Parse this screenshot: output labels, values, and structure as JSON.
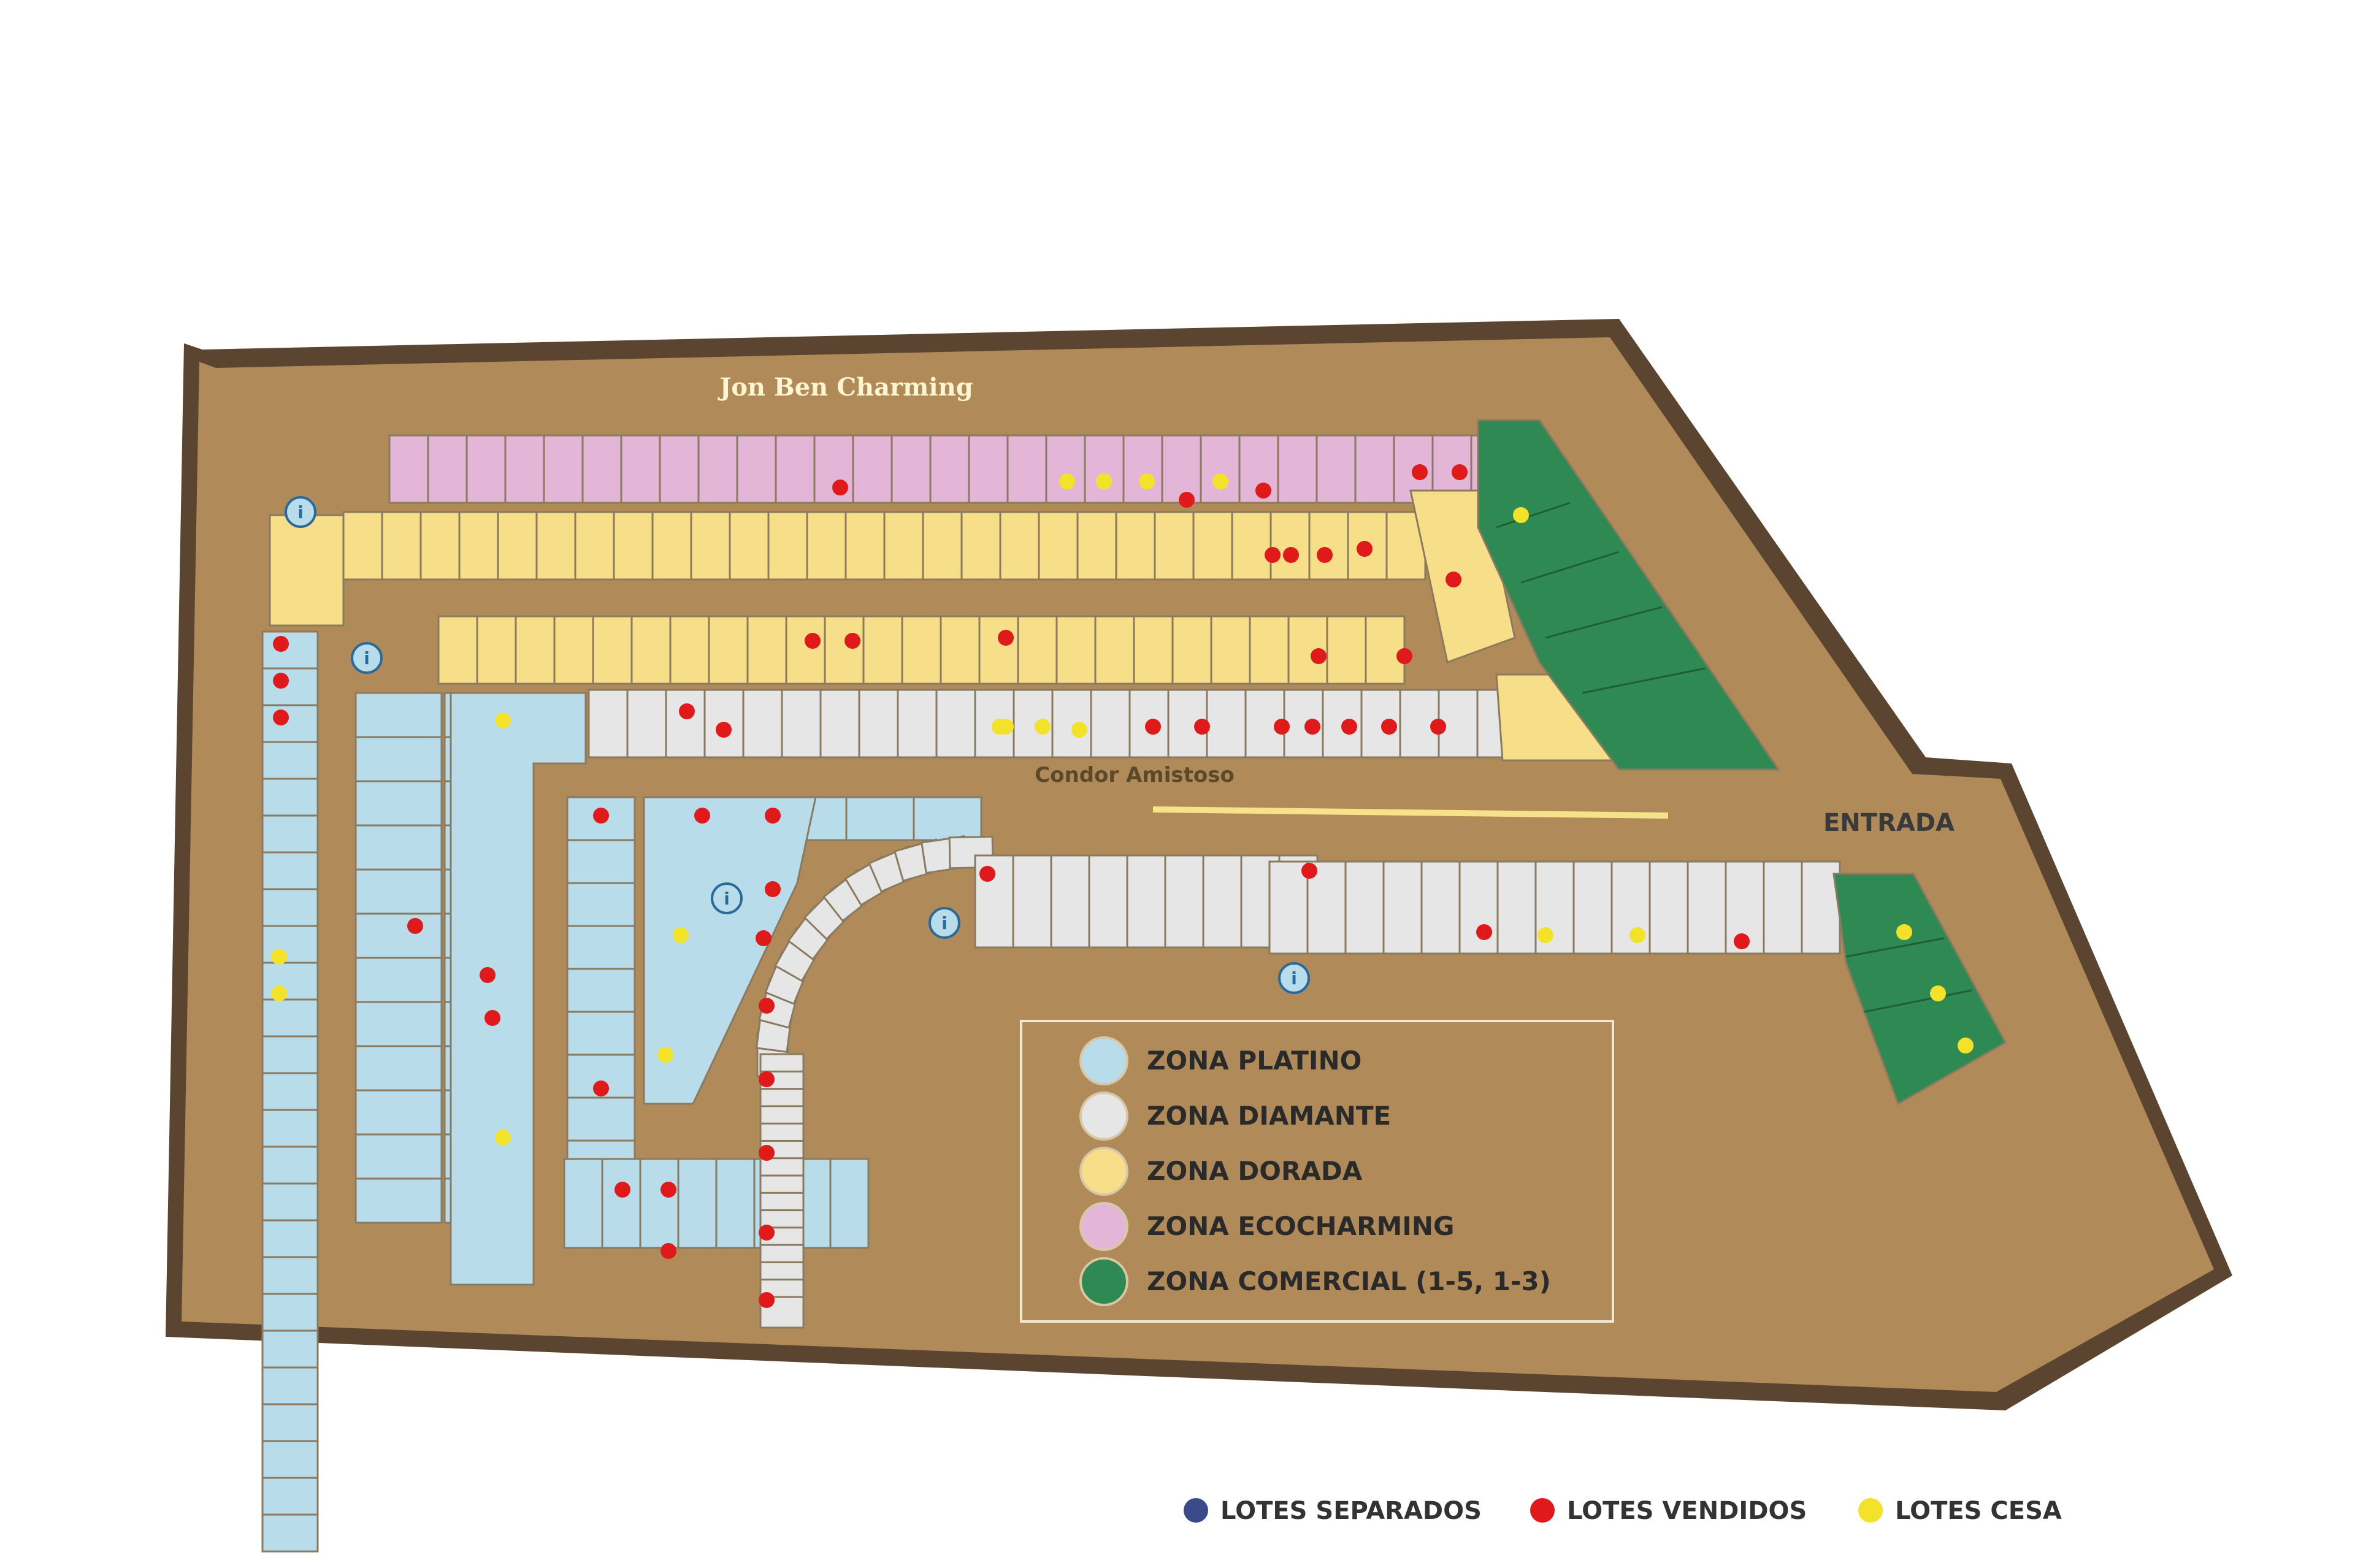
{
  "map": {
    "top_label": "Jon Ben Charming",
    "road_labels": {
      "main_road": "Condor Amistoso",
      "entrance": "ENTRADA"
    }
  },
  "legend": {
    "title": "",
    "items": [
      {
        "label": "ZONA PLATINO",
        "color": "#b8dcea"
      },
      {
        "label": "ZONA DIAMANTE",
        "color": "#e6e6e6"
      },
      {
        "label": "ZONA DORADA",
        "color": "#f7df8a"
      },
      {
        "label": "ZONA ECOCHARMING",
        "color": "#e3b6d8"
      },
      {
        "label": "ZONA COMERCIAL (1-5, 1-3)",
        "color": "#2e8a52"
      }
    ]
  },
  "status_legend": {
    "items": [
      {
        "label": "LOTES SEPARADOS",
        "color": "#3c4a8a"
      },
      {
        "label": "LOTES VENDIDOS",
        "color": "#e01a1a"
      },
      {
        "label": "LOTES CESA",
        "color": "#f2e22a"
      }
    ]
  },
  "colors": {
    "frame": "#5b4530",
    "ground": "#b08a58",
    "road_line": "#f5e28a",
    "sold": "#e01a1a",
    "reserved": "#f2e22a",
    "separated": "#3c4a8a"
  },
  "map_icons": [
    "info-icon",
    "info-icon",
    "info-icon",
    "info-icon",
    "info-icon"
  ]
}
